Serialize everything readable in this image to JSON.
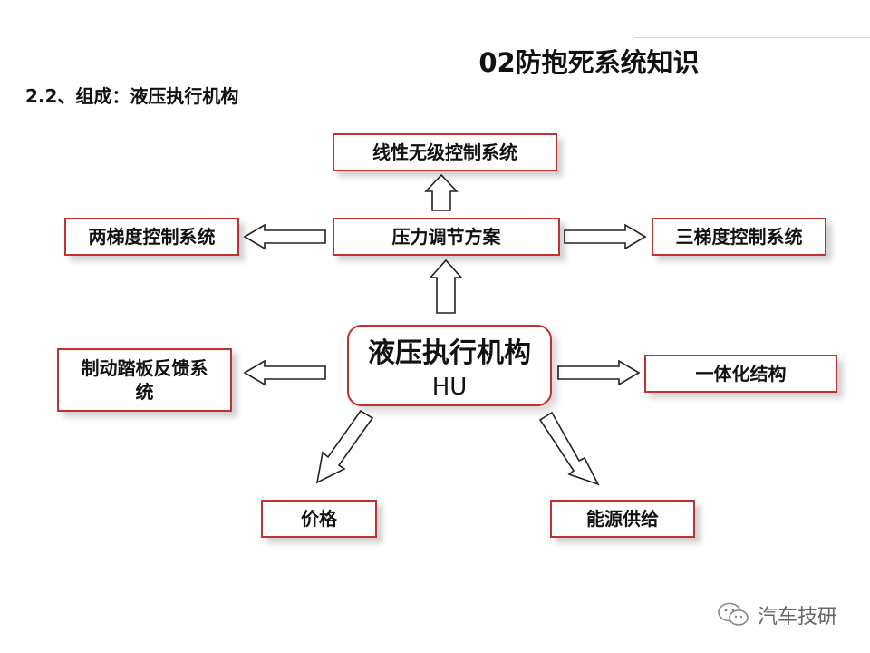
{
  "header": {
    "title": "02防抱死系统知识",
    "subtitle": "2.2、组成：液压执行机构"
  },
  "nodes": {
    "center": {
      "line1": "液压执行机构",
      "line2": "HU"
    },
    "pressure_scheme": "压力调节方案",
    "linear_stepless": "线性无级控制系统",
    "two_gradient": "两梯度控制系统",
    "three_gradient": "三梯度控制系统",
    "pedal_feedback": "制动踏板反馈系\n统",
    "integrated": "一体化结构",
    "price": "价格",
    "energy_supply": "能源供给"
  },
  "watermark": {
    "text": "汽车技研"
  },
  "colors": {
    "border": "#c0312f",
    "text": "#111111"
  }
}
